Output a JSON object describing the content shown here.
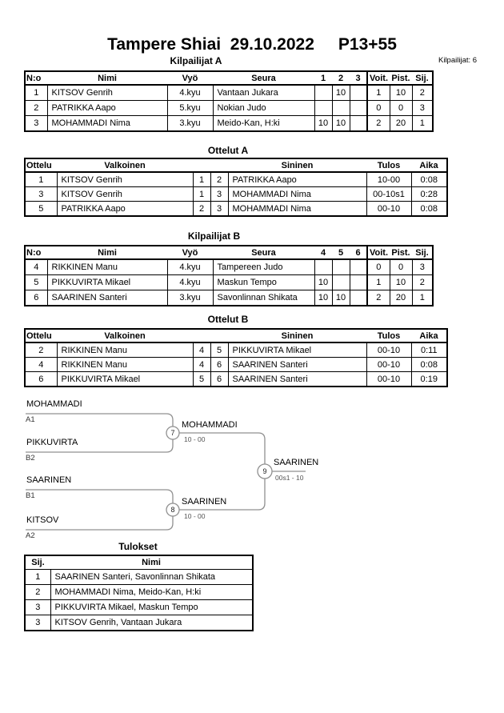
{
  "page": {
    "title": "Tampere Shiai  29.10.2022",
    "category": "P13+55",
    "competitors_note": "Kilpailijat: 6"
  },
  "pool_a": {
    "heading": "Kilpailijat A",
    "headers": [
      "N:o",
      "Nimi",
      "Vyö",
      "Seura",
      "1",
      "2",
      "3",
      "Voit.",
      "Pist.",
      "Sij."
    ],
    "rows": [
      {
        "no": "1",
        "name": "KITSOV Genrih",
        "belt": "4.kyu",
        "club": "Vantaan Jukara",
        "r1": "",
        "r2": "10",
        "r3": "",
        "wins": "1",
        "points": "10",
        "place": "2"
      },
      {
        "no": "2",
        "name": "PATRIKKA Aapo",
        "belt": "5.kyu",
        "club": "Nokian Judo",
        "r1": "",
        "r2": "",
        "r3": "",
        "wins": "0",
        "points": "0",
        "place": "3"
      },
      {
        "no": "3",
        "name": "MOHAMMADI Nima",
        "belt": "3.kyu",
        "club": "Meido-Kan, H:ki",
        "r1": "10",
        "r2": "10",
        "r3": "",
        "wins": "2",
        "points": "20",
        "place": "1"
      }
    ]
  },
  "matches_a": {
    "heading": "Ottelut A",
    "headers": [
      "Ottelu",
      "Valkoinen",
      "Sininen",
      "Tulos",
      "Aika"
    ],
    "rows": [
      {
        "no": "1",
        "white": "KITSOV Genrih",
        "wn": "1",
        "bn": "2",
        "blue": "PATRIKKA Aapo",
        "result": "10-00",
        "time": "0:08"
      },
      {
        "no": "3",
        "white": "KITSOV Genrih",
        "wn": "1",
        "bn": "3",
        "blue": "MOHAMMADI Nima",
        "result": "00-10s1",
        "time": "0:28"
      },
      {
        "no": "5",
        "white": "PATRIKKA Aapo",
        "wn": "2",
        "bn": "3",
        "blue": "MOHAMMADI Nima",
        "result": "00-10",
        "time": "0:08"
      }
    ]
  },
  "pool_b": {
    "heading": "Kilpailijat B",
    "headers": [
      "N:o",
      "Nimi",
      "Vyö",
      "Seura",
      "4",
      "5",
      "6",
      "Voit.",
      "Pist.",
      "Sij."
    ],
    "rows": [
      {
        "no": "4",
        "name": "RIKKINEN Manu",
        "belt": "4.kyu",
        "club": "Tampereen Judo",
        "r1": "",
        "r2": "",
        "r3": "",
        "wins": "0",
        "points": "0",
        "place": "3"
      },
      {
        "no": "5",
        "name": "PIKKUVIRTA Mikael",
        "belt": "4.kyu",
        "club": "Maskun Tempo",
        "r1": "10",
        "r2": "",
        "r3": "",
        "wins": "1",
        "points": "10",
        "place": "2"
      },
      {
        "no": "6",
        "name": "SAARINEN Santeri",
        "belt": "3.kyu",
        "club": "Savonlinnan Shikata",
        "r1": "10",
        "r2": "10",
        "r3": "",
        "wins": "2",
        "points": "20",
        "place": "1"
      }
    ]
  },
  "matches_b": {
    "heading": "Ottelut B",
    "headers": [
      "Ottelu",
      "Valkoinen",
      "Sininen",
      "Tulos",
      "Aika"
    ],
    "rows": [
      {
        "no": "2",
        "white": "RIKKINEN Manu",
        "wn": "4",
        "bn": "5",
        "blue": "PIKKUVIRTA Mikael",
        "result": "00-10",
        "time": "0:11"
      },
      {
        "no": "4",
        "white": "RIKKINEN Manu",
        "wn": "4",
        "bn": "6",
        "blue": "SAARINEN Santeri",
        "result": "00-10",
        "time": "0:08"
      },
      {
        "no": "6",
        "white": "PIKKUVIRTA Mikael",
        "wn": "5",
        "bn": "6",
        "blue": "SAARINEN Santeri",
        "result": "00-10",
        "time": "0:19"
      }
    ]
  },
  "bracket": {
    "slot_a1": {
      "name": "MOHAMMADI",
      "seed": "A1"
    },
    "slot_b2": {
      "name": "PIKKUVIRTA",
      "seed": "B2"
    },
    "slot_b1": {
      "name": "SAARINEN",
      "seed": "B1"
    },
    "slot_a2": {
      "name": "KITSOV",
      "seed": "A2"
    },
    "match7": {
      "number": "7",
      "winner": "MOHAMMADI",
      "score": "10 - 00"
    },
    "match8": {
      "number": "8",
      "winner": "SAARINEN",
      "score": "10 - 00"
    },
    "match9": {
      "number": "9",
      "winner": "SAARINEN",
      "score": "00s1 - 10"
    }
  },
  "results": {
    "heading": "Tulokset",
    "headers": [
      "Sij.",
      "Nimi"
    ],
    "rows": [
      {
        "place": "1",
        "name": "SAARINEN Santeri, Savonlinnan Shikata"
      },
      {
        "place": "2",
        "name": "MOHAMMADI Nima, Meido-Kan, H:ki"
      },
      {
        "place": "3",
        "name": "PIKKUVIRTA Mikael, Maskun Tempo"
      },
      {
        "place": "3",
        "name": "KITSOV Genrih, Vantaan Jukara"
      }
    ]
  }
}
